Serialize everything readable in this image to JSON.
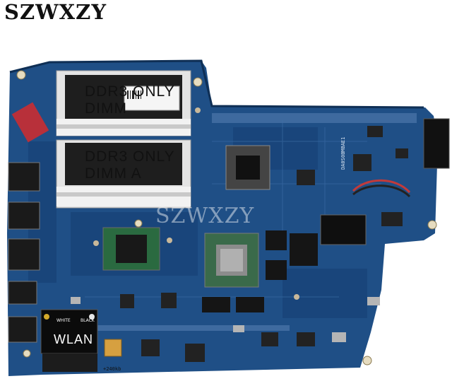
{
  "watermark_brand": "SZWXZY",
  "board": {
    "dimm_top_line1": "DDR3  ONLY",
    "dimm_top_line2": "DIMM",
    "dimm_bottom_line1": "DDR3  ONLY",
    "dimm_bottom_line2": "DIMM  A",
    "wlan_label": "WLAN",
    "wlan_white": "WHITE",
    "wlan_black": "BLACK",
    "part_code": "DA0S0BMBAE1",
    "overlay_watermark": "SZWXZY",
    "sticker_code": "+240kb"
  },
  "colors": {
    "pcb": "#1f4f86",
    "pcb_dark": "#173f6e",
    "dimm_slot": "#e8e8e8",
    "chip": "#2b2b2b"
  }
}
